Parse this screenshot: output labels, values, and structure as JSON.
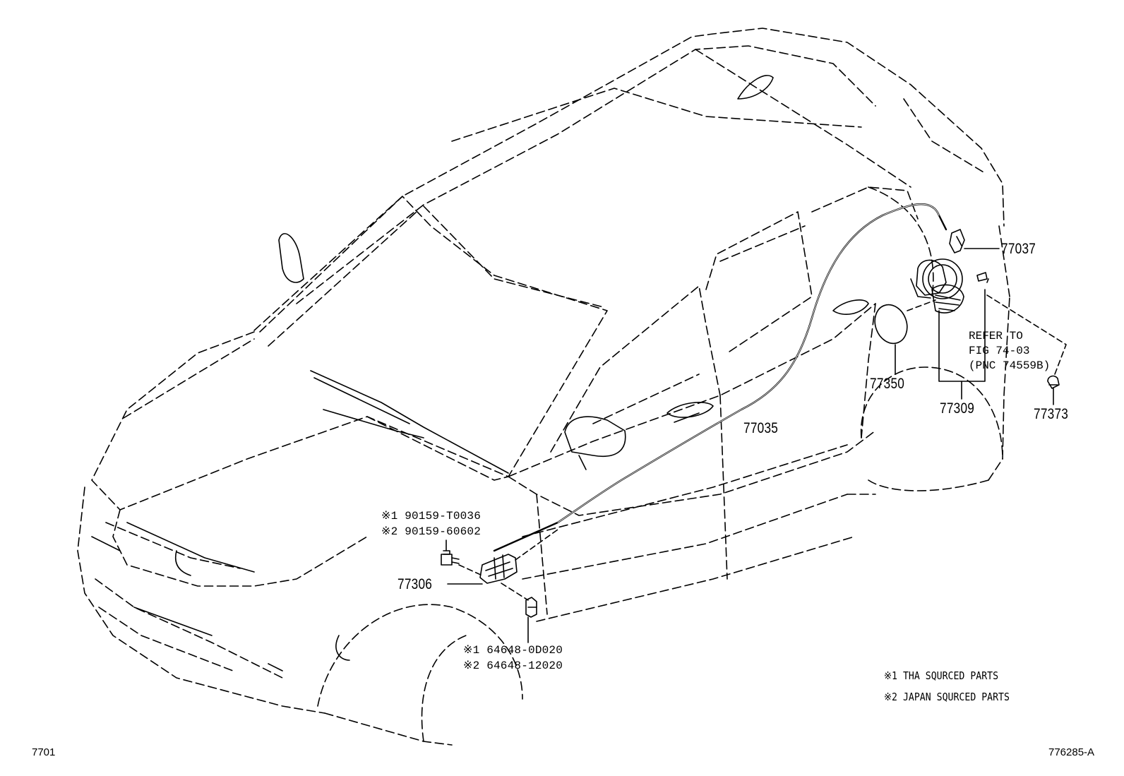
{
  "labels": {
    "p77037": "77037",
    "p77350": "77350",
    "p77309": "77309",
    "p77373": "77373",
    "p77035": "77035",
    "p77306": "77306",
    "bolt_tha": "※1 90159-T0036",
    "bolt_japan": "※2 90159-60602",
    "clip_tha": "※1 64648-0D020",
    "clip_japan": "※2 64648-12020"
  },
  "refer": {
    "line1": "REFER TO",
    "line2": "FIG 74-03",
    "line3": "(PNC 74559B)"
  },
  "notes": {
    "n1": "※1 THA SQURCED PARTS",
    "n2": "※2 JAPAN SQURCED PARTS"
  },
  "footer": {
    "figure_code": "7701",
    "illustration_id": "776285-A"
  }
}
